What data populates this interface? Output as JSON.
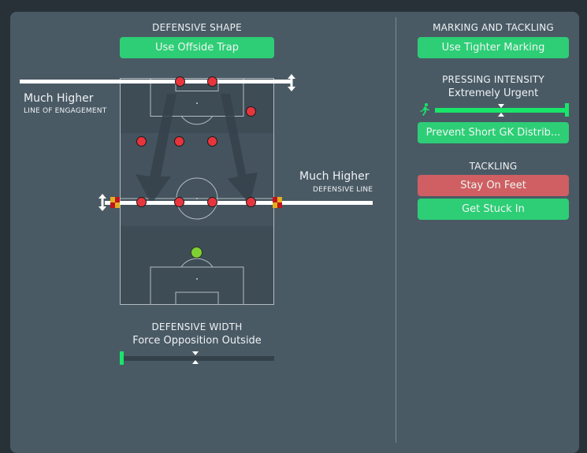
{
  "defensive_shape": {
    "heading": "DEFENSIVE SHAPE",
    "offside_button": "Use Offside Trap",
    "line_of_engagement": {
      "value": "Much Higher",
      "label": "LINE OF ENGAGEMENT"
    },
    "defensive_line": {
      "value": "Much Higher",
      "label": "DEFENSIVE LINE"
    }
  },
  "defensive_width": {
    "heading": "DEFENSIVE WIDTH",
    "value": "Force Opposition Outside",
    "slider_position": 0.0
  },
  "marking_and_tackling": {
    "heading": "MARKING AND TACKLING",
    "marking_button": "Use Tighter Marking"
  },
  "pressing_intensity": {
    "heading": "PRESSING INTENSITY",
    "value": "Extremely Urgent",
    "slider_position": 1.0,
    "gk_button": "Prevent Short GK Distrib..."
  },
  "tackling": {
    "heading": "TACKLING",
    "options": [
      {
        "label": "Stay On Feet",
        "color": "#cf5f63"
      },
      {
        "label": "Get Stuck In",
        "color": "#2dce76"
      }
    ]
  },
  "colors": {
    "accent_green": "#2dce76",
    "slider_green": "#19e56a",
    "player_red": "#e8353d",
    "goalkeeper_green": "#7fd133"
  }
}
